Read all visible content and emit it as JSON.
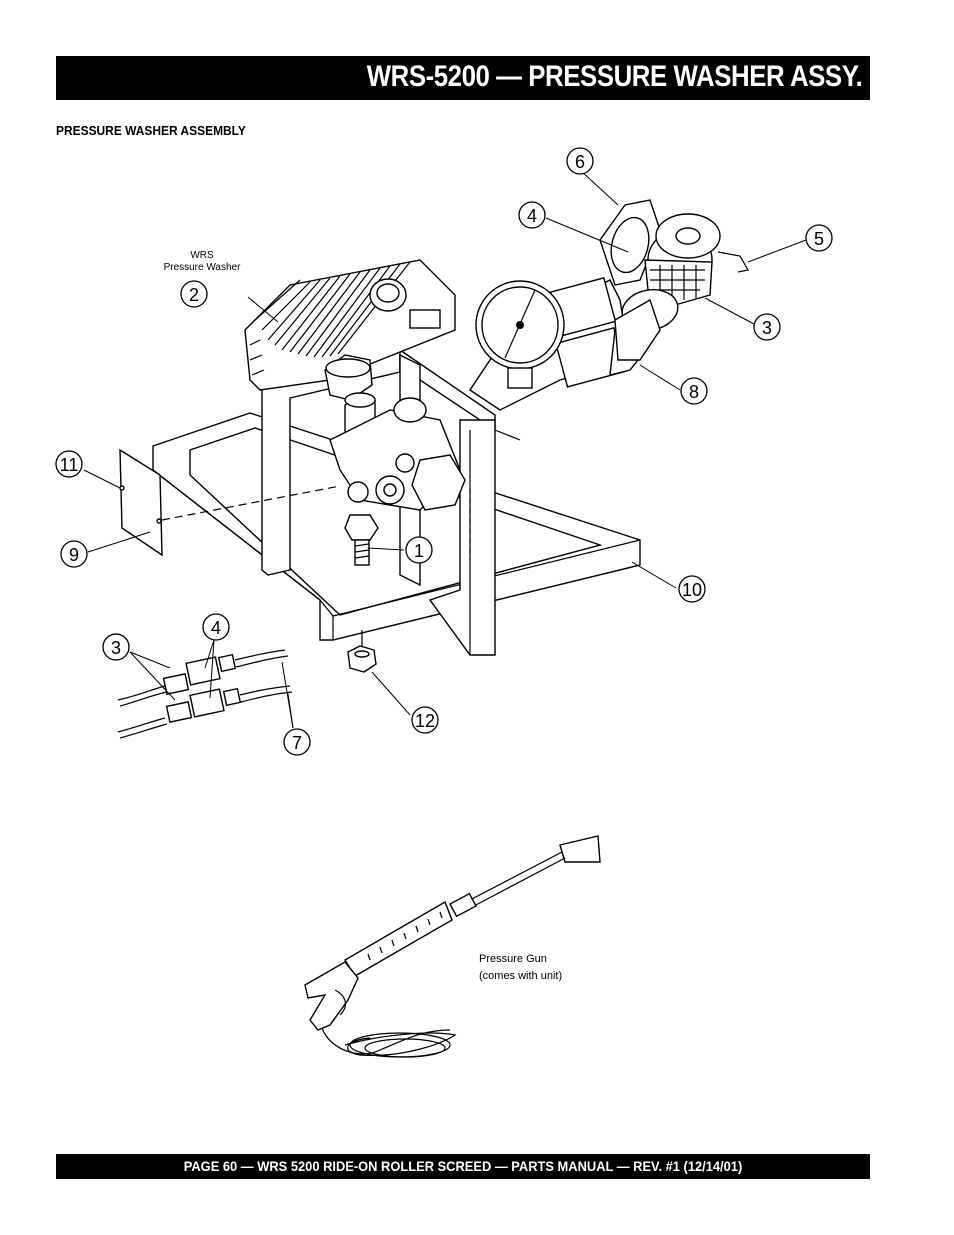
{
  "header": {
    "title": "WRS-5200 —  PRESSURE WASHER ASSY."
  },
  "section": {
    "heading": "PRESSURE WASHER ASSEMBLY"
  },
  "diagram": {
    "unit_label_line1": "WRS",
    "unit_label_line2": "Pressure Washer",
    "gun_label_line1": "Pressure Gun",
    "gun_label_line2": "(comes with unit)",
    "callouts": [
      "1",
      "2",
      "3",
      "4",
      "5",
      "6",
      "7",
      "8",
      "9",
      "10",
      "11",
      "12",
      "3",
      "4"
    ]
  },
  "footer": {
    "text": "PAGE 60 — WRS 5200 RIDE-ON ROLLER SCREED — PARTS MANUAL — REV. #1  (12/14/01)"
  }
}
